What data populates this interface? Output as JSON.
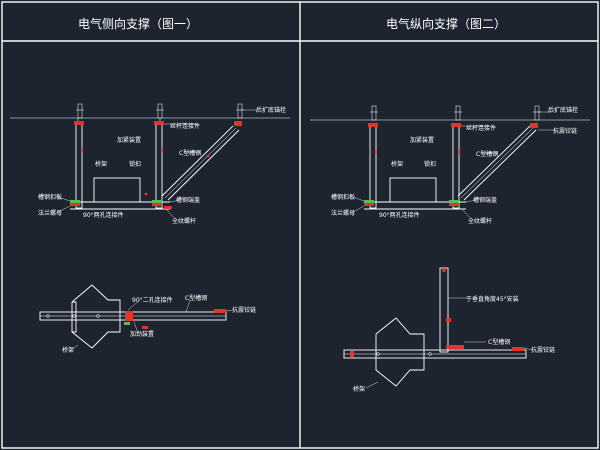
{
  "colors": {
    "background": "#1e2330",
    "line": "#ffffff",
    "accent_red": "#e0352c",
    "accent_green": "#4fc24f",
    "accent_yellow": "#e8c93a"
  },
  "left_panel": {
    "title": "电气侧向支撑（图一）",
    "top_view": {
      "anchor_bolt": "后扩底锚栓",
      "rod_connector": "丝杆连接件",
      "clamp_device": "加紧装置",
      "c_channel": "C型槽钢",
      "bridge": "桥架",
      "lock_buckle": "锁扣",
      "channel_clip": "槽钢扣板",
      "channel_end_cap": "槽钢端盖",
      "flange_nut": "法兰螺母",
      "connector_90": "90°两孔连接件",
      "threaded_rod": "全纹螺杆"
    },
    "bottom_view": {
      "connector_90": "90°二孔连接件",
      "c_channel": "C型槽钢",
      "seismic_hinge": "抗震铰链",
      "clamp_device": "加劲装置",
      "bridge": "桥架"
    }
  },
  "right_panel": {
    "title": "电气纵向支撑（图二）",
    "top_view": {
      "anchor_bolt": "后扩底锚栓",
      "rod_connector": "丝杆连接件",
      "seismic_hinge": "抗震铰链",
      "clamp_device": "加紧装置",
      "c_channel": "C型槽钢",
      "bridge": "桥架",
      "lock_buckle": "锁扣",
      "channel_clip": "槽钢扣板",
      "channel_end_cap": "槽钢端盖",
      "flange_nut": "法兰螺母",
      "connector_90": "90°两孔连接件",
      "threaded_rod": "全纹螺杆"
    },
    "bottom_view": {
      "angle_note": "于垂直角度45°安装",
      "c_channel": "C型槽钢",
      "seismic_hinge": "抗震铰链",
      "bridge": "桥架"
    }
  }
}
